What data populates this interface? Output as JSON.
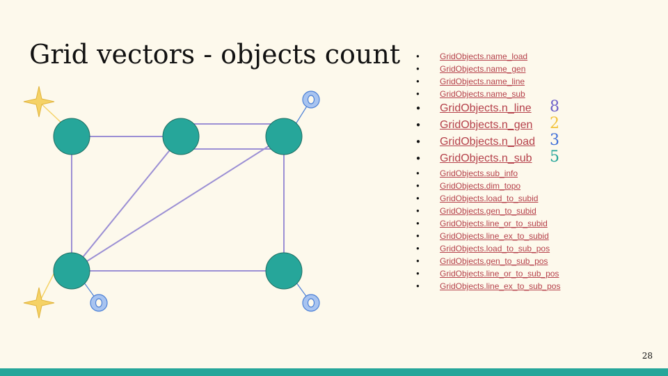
{
  "slide": {
    "title": "Grid vectors - objects count",
    "page_number": "28"
  },
  "colors": {
    "background": "#fdf9ec",
    "substation": "#26a69a",
    "line": "#9b8fd4",
    "load": "#a8c4f0",
    "generator": "#f5d266",
    "link": "#b5404a",
    "count_line": "#6c5fc9",
    "count_gen": "#f2c23a",
    "count_load": "#3f6fd8",
    "count_sub": "#26a69a",
    "footer": "#26a69a"
  },
  "links": [
    {
      "label": "GridObjects.name_load",
      "size": "small",
      "count": ""
    },
    {
      "label": "GridObjects.name_gen",
      "size": "small",
      "count": ""
    },
    {
      "label": "GridObjects.name_line",
      "size": "small",
      "count": ""
    },
    {
      "label": "GridObjects.name_sub",
      "size": "small",
      "count": ""
    },
    {
      "label": "GridObjects.n_line",
      "size": "big",
      "count": "8",
      "count_color": "#6c5fc9"
    },
    {
      "label": "GridObjects.n_gen",
      "size": "big",
      "count": "2",
      "count_color": "#f2c23a"
    },
    {
      "label": "GridObjects.n_load",
      "size": "big",
      "count": "3",
      "count_color": "#3f6fd8"
    },
    {
      "label": "GridObjects.n_sub",
      "size": "big",
      "count": "5",
      "count_color": "#26a69a"
    },
    {
      "label": "GridObjects.sub_info",
      "size": "small",
      "count": ""
    },
    {
      "label": "GridObjects.dim_topo",
      "size": "small",
      "count": ""
    },
    {
      "label": "GridObjects.load_to_subid",
      "size": "small",
      "count": ""
    },
    {
      "label": "GridObjects.gen_to_subid",
      "size": "small",
      "count": ""
    },
    {
      "label": "GridObjects.line_or_to_subid",
      "size": "small",
      "count": ""
    },
    {
      "label": "GridObjects.line_ex_to_subid",
      "size": "small",
      "count": ""
    },
    {
      "label": "GridObjects.load_to_sub_pos",
      "size": "small",
      "count": ""
    },
    {
      "label": "GridObjects.gen_to_sub_pos",
      "size": "small",
      "count": ""
    },
    {
      "label": "GridObjects.line_or_to_sub_pos",
      "size": "small",
      "count": ""
    },
    {
      "label": "GridObjects.line_ex_to_sub_pos",
      "size": "small",
      "count": ""
    }
  ]
}
